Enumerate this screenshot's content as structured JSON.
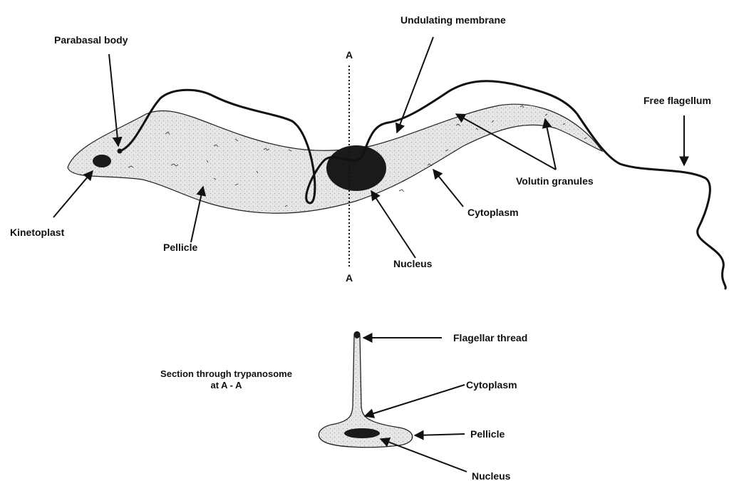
{
  "labels": {
    "undulating_membrane": "Undulating membrane",
    "parabasal_body": "Parabasal body",
    "free_flagellum": "Free flagellum",
    "volutin_granules": "Volutin granules",
    "cytoplasm_main": "Cytoplasm",
    "kinetoplast": "Kinetoplast",
    "pellicle_main": "Pellicle",
    "nucleus_main": "Nucleus",
    "section_a": "A",
    "section_b": "A",
    "flagellar_thread": "Flagellar thread",
    "section_caption_1": "Section through trypanosome",
    "section_caption_2": "at A - A",
    "cytoplasm_section": "Cytoplasm",
    "pellicle_section": "Pellicle",
    "nucleus_section": "Nucleus"
  },
  "colors": {
    "ink": "#111111",
    "body_fill": "#e4e4e4",
    "nucleus_fill": "#1a1a1a"
  }
}
